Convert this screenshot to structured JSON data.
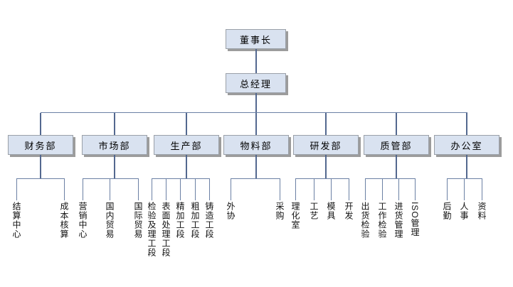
{
  "diagram": {
    "title": "company-organization-chart",
    "root": {
      "label": "董事长"
    },
    "level2": {
      "label": "总经理"
    },
    "departments": [
      {
        "label": "财务部",
        "children": [
          "结算中心",
          "成本核算"
        ]
      },
      {
        "label": "市场部",
        "children": [
          "营销中心",
          "国内贸易",
          "国际贸易"
        ]
      },
      {
        "label": "生产部",
        "children": [
          "检验及理工段",
          "表面处理工段",
          "精加工段",
          "粗加工段",
          "铸造工段"
        ]
      },
      {
        "label": "物料部",
        "children": [
          "外协",
          "采购"
        ]
      },
      {
        "label": "研发部",
        "children": [
          "理化室",
          "工艺",
          "模具",
          "开发"
        ]
      },
      {
        "label": "质管部",
        "children": [
          "出货检验",
          "工作检验",
          "进货管理",
          "ISO管理"
        ]
      },
      {
        "label": "办公室",
        "children": [
          "后勤",
          "人事",
          "资料"
        ]
      }
    ],
    "colors": {
      "node_fill": "#d9e2f0",
      "node_border": "#9aa0a8",
      "node_shadow": "#9c9c9c",
      "connector": "#53688f"
    }
  }
}
